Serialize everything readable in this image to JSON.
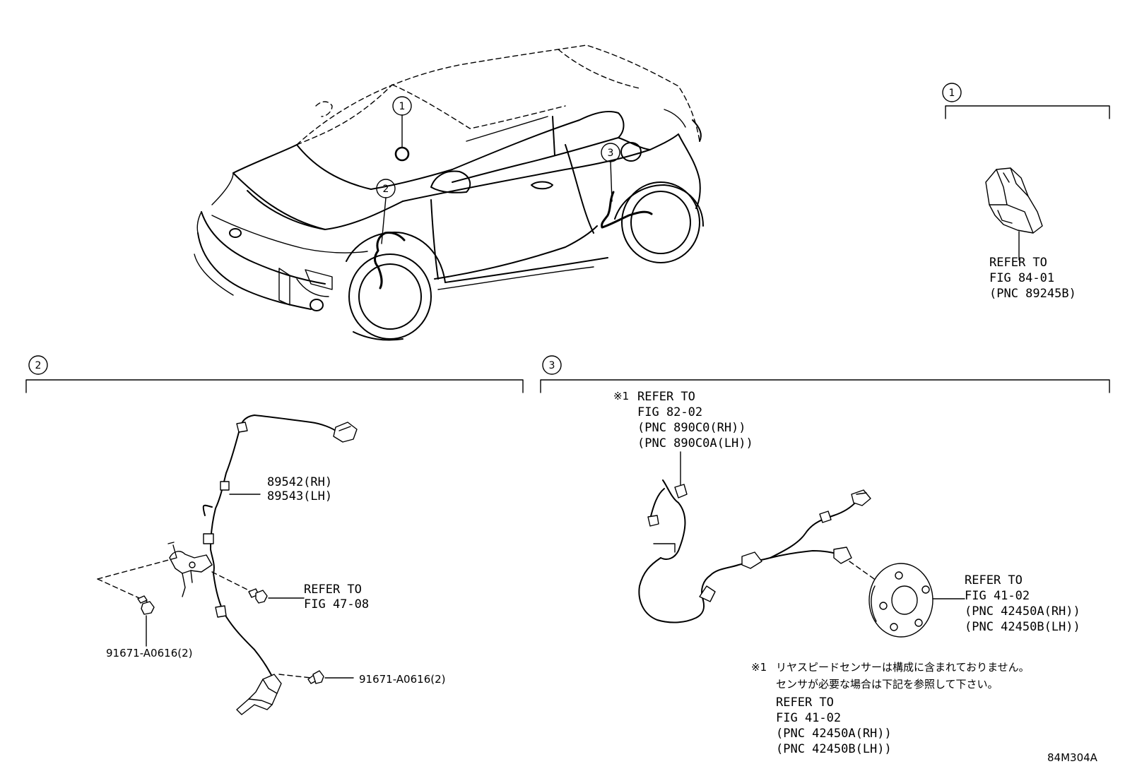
{
  "callouts": {
    "c1": "1",
    "c2": "2",
    "c3": "3"
  },
  "section1": {
    "refer_lines": [
      "REFER TO",
      "FIG 84-01",
      "(PNC 89245B)"
    ]
  },
  "section2": {
    "part_sensor_lines": [
      "89542(RH)",
      "89543(LH)"
    ],
    "refer_lines": [
      "REFER TO",
      "FIG 47-08"
    ],
    "bolt_left": "91671-A0616(2)",
    "bolt_right": "91671-A0616(2)"
  },
  "section3": {
    "refer_top_mark": "※1",
    "refer_top_lines": [
      "REFER TO",
      "FIG 82-02",
      "(PNC 890C0(RH))",
      "(PNC 890C0A(LH))"
    ],
    "refer_hub_lines": [
      "REFER TO",
      "FIG 41-02",
      "(PNC 42450A(RH))",
      "(PNC 42450B(LH))"
    ]
  },
  "note": {
    "mark": "※1",
    "jp_line1": "リヤスピードセンサーは構成に含まれておりません。",
    "jp_line2": "センサが必要な場合は下記を参照して下さい。",
    "refer_lines": [
      "REFER TO",
      "FIG 41-02",
      "(PNC 42450A(RH))",
      "(PNC 42450B(LH))"
    ]
  },
  "figure_code": "84M304A"
}
